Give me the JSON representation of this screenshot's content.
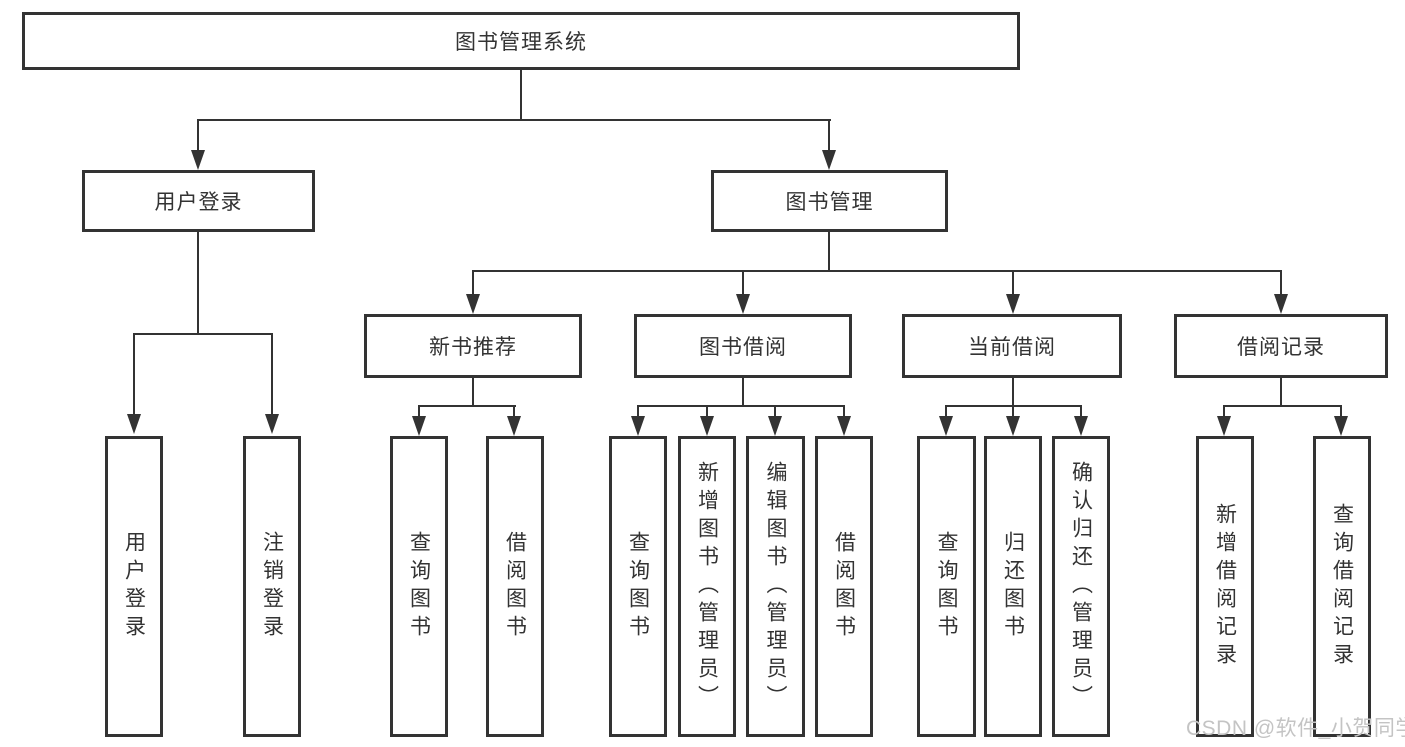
{
  "diagram": {
    "title": "图书管理系统",
    "level2": [
      {
        "label": "用户登录"
      },
      {
        "label": "图书管理"
      }
    ],
    "level3": [
      {
        "label": "新书推荐"
      },
      {
        "label": "图书借阅"
      },
      {
        "label": "当前借阅"
      },
      {
        "label": "借阅记录"
      }
    ],
    "leaves": [
      {
        "label": "用户登录"
      },
      {
        "label": "注销登录"
      },
      {
        "label": "查询图书"
      },
      {
        "label": "借阅图书"
      },
      {
        "label": "查询图书"
      },
      {
        "label": "新增图书（管理员）"
      },
      {
        "label": "编辑图书（管理员）"
      },
      {
        "label": "借阅图书"
      },
      {
        "label": "查询图书"
      },
      {
        "label": "归还图书"
      },
      {
        "label": "确认归还（管理员）"
      },
      {
        "label": "新增借阅记录"
      },
      {
        "label": "查询借阅记录"
      }
    ],
    "watermark": "CSDN @软件_小贺同学",
    "colors": {
      "line": "#333333",
      "text": "#333333",
      "watermark": "#c4c4c4",
      "background": "#ffffff"
    }
  }
}
